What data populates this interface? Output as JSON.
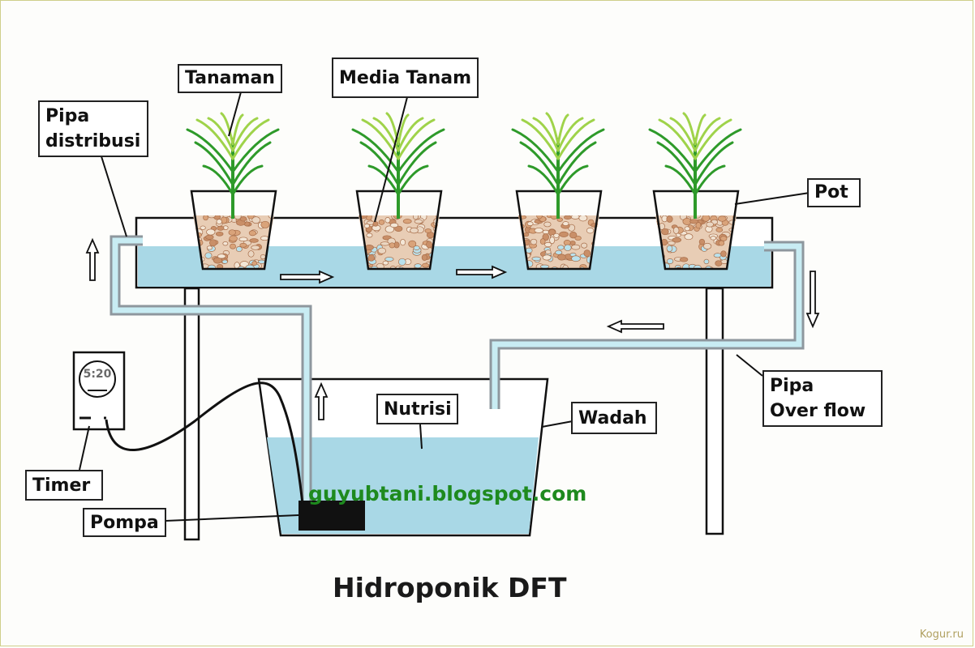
{
  "labels": {
    "tanaman": "Tanaman",
    "media_tanam": "Media Tanam",
    "pipa_distribusi": "Pipa\ndistribusi",
    "pot": "Pot",
    "pipa_overflow": "Pipa\nOver flow",
    "nutrisi": "Nutrisi",
    "wadah": "Wadah",
    "timer": "Timer",
    "pompa": "Pompa"
  },
  "timer_display": "5:20",
  "watermark": "guyubtani.blogspot.com",
  "title": "Hidroponik DFT",
  "site": "Kogur.ru",
  "colors": {
    "water": "#a9d8e6",
    "pipe": "#8e979e",
    "stem": "#2e9a2a",
    "leaf": "#9fd34a",
    "pump": "#111111",
    "watermark": "#1e8a1e",
    "outline": "#111111"
  },
  "icons": {
    "flow_arrow": "outline-arrow-icon",
    "plant": "grass-plant-icon"
  }
}
